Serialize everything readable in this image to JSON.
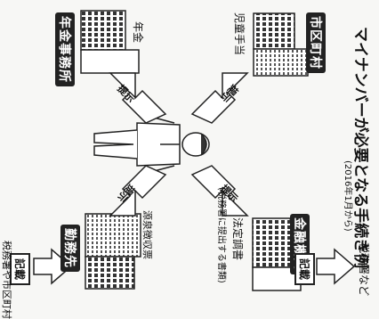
{
  "title": "マイナンバーが必要となる手続き例",
  "subtitle": "(2016年1月から)",
  "action_label": "提示",
  "record_label": "記載",
  "parties": {
    "city": {
      "name": "市区町村",
      "procedure": "児童手当"
    },
    "pension": {
      "name": "年金事務所",
      "procedure": "年金"
    },
    "bank": {
      "name": "金融機関",
      "procedure": "法定調書",
      "note": "(税務署に提出する書類)",
      "destination": "税務署など"
    },
    "employer": {
      "name": "勤務先",
      "procedure": "源泉徴収票",
      "destination": "税務署や市区町村"
    }
  },
  "colors": {
    "ink": "#222222",
    "paper": "#f7f7f5",
    "arrow_fill": "#ffffff"
  }
}
